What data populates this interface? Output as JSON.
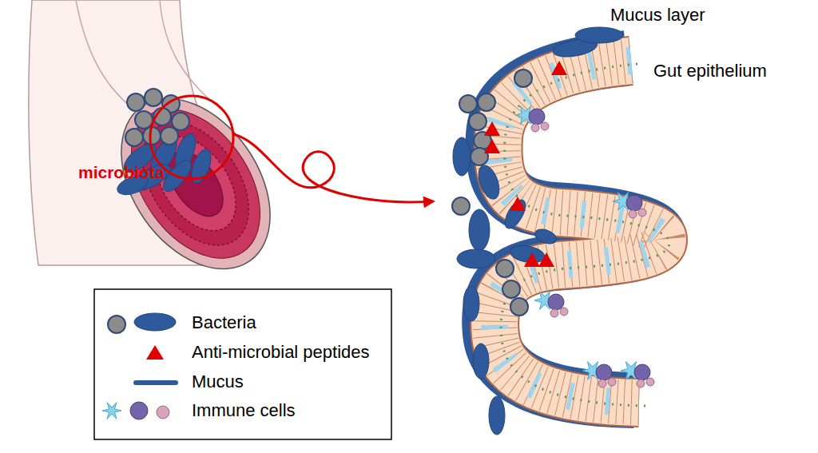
{
  "diagram": {
    "labels": [
      "microbiota",
      "Mucus layer",
      "Gut epithelium"
    ],
    "legend": [
      {
        "text": "Bacteria"
      },
      {
        "text": "Anti-microbial peptides"
      },
      {
        "text": "Mucus"
      },
      {
        "text": "Immune cells"
      }
    ]
  }
}
